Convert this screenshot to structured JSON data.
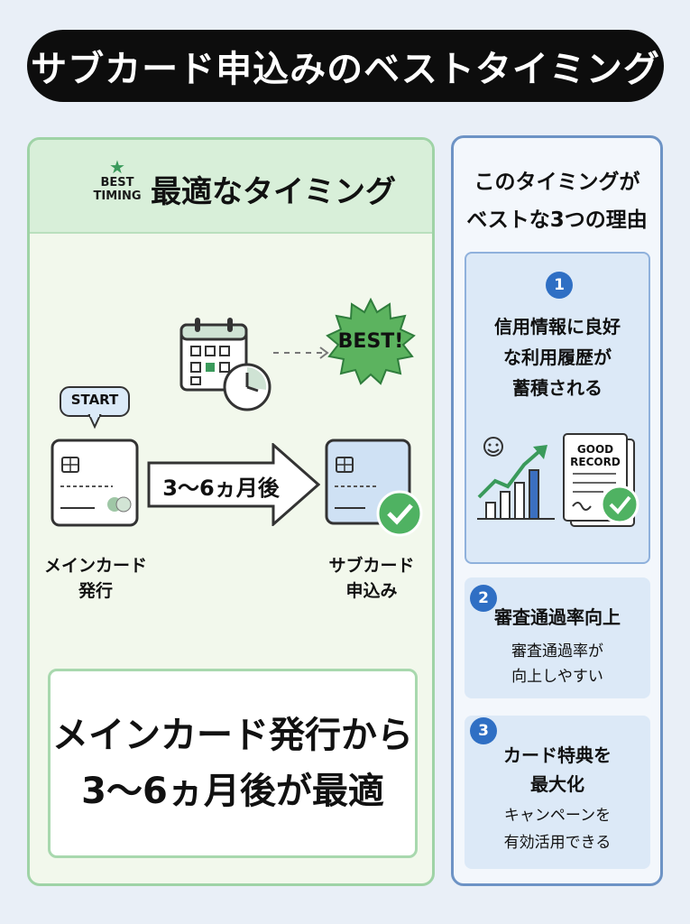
{
  "title": "サブカード申込みのベストタイミング",
  "left": {
    "badge_line1": "BEST",
    "badge_line2": "TIMING",
    "heading": "最適なタイミング",
    "start_label": "START",
    "best_label": "BEST!",
    "arrow_text": "3〜6ヵ月後",
    "main_card_line1": "メインカード",
    "main_card_line2": "発行",
    "sub_card_line1": "サブカード",
    "sub_card_line2": "申込み",
    "summary_line1": "メインカード発行から",
    "summary_line2": "3〜6ヵ月後が最適"
  },
  "right": {
    "heading_line1": "このタイミングが",
    "heading_line2": "ベストな3つの理由",
    "reasons": [
      {
        "num": "1",
        "lines": [
          "信用情報に良好",
          "な利用履歴が",
          "蓄積される"
        ],
        "doc_line1": "GOOD",
        "doc_line2": "RECORD"
      },
      {
        "num": "2",
        "title": "審査通過率向上",
        "sub_line1": "審査通過率が",
        "sub_line2": "向上しやすい"
      },
      {
        "num": "3",
        "title_line1": "カード特典を",
        "title_line2": "最大化",
        "sub_line1": "キャンペーンを",
        "sub_line2": "有効活用できる"
      }
    ]
  },
  "colors": {
    "green_accent": "#3a9a5b",
    "green_border": "#9fd3a6",
    "blue_accent": "#2f6fc4",
    "blue_border": "#6d93c5"
  }
}
